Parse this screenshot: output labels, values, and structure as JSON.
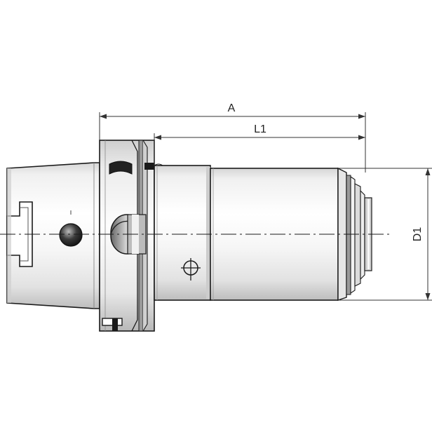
{
  "drawing": {
    "labels": {
      "overall_length": "A",
      "projection_length": "L1",
      "diameter": "D1"
    },
    "colors": {
      "outline": "#1a1a1a",
      "dimension_line": "#333333",
      "background": "#ffffff",
      "metal_light": "#fbfbfb",
      "metal_mid": "#e6e6e6",
      "metal_dark": "#9a9a9a"
    }
  }
}
